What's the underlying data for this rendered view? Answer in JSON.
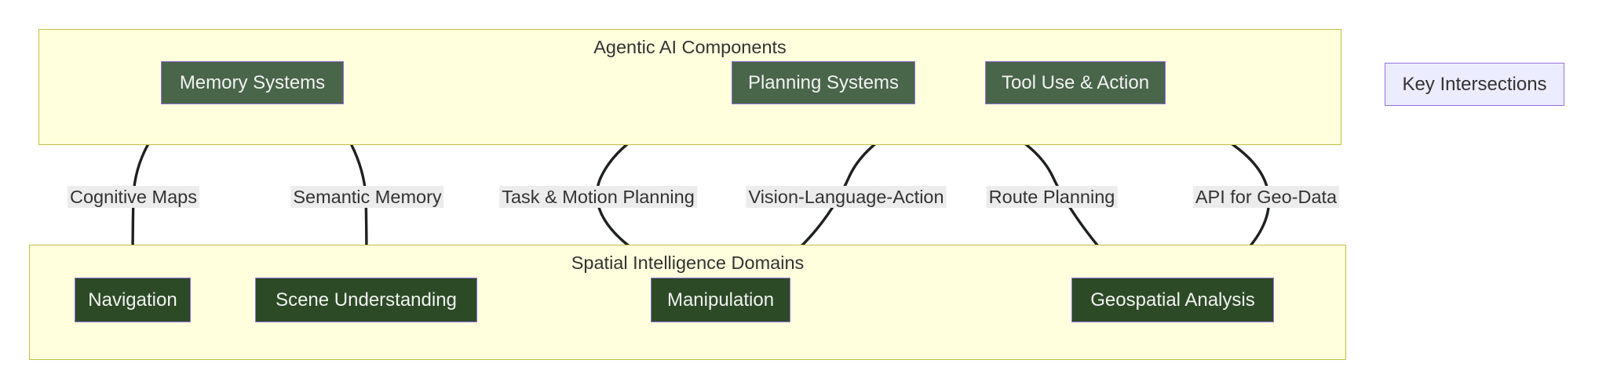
{
  "diagram": {
    "type": "flowchart",
    "title_visible": false
  },
  "subgraphs": [
    {
      "id": "agentic",
      "title": "Agentic AI Components",
      "fill": "#ffffde",
      "border": "#bfbf3f"
    },
    {
      "id": "spatial",
      "title": "Spatial Intelligence Domains",
      "fill": "#ffffde",
      "border": "#bfbf3f"
    }
  ],
  "nodes": {
    "memory": "Memory Systems",
    "planning": "Planning Systems",
    "tool": "Tool Use & Action",
    "navigation": "Navigation",
    "scene": "Scene Understanding",
    "manipulation": "Manipulation",
    "geospatial": "Geospatial Analysis",
    "legend": "Key Intersections"
  },
  "edges": [
    {
      "from": "Memory Systems",
      "to": "Navigation",
      "label": "Cognitive Maps"
    },
    {
      "from": "Memory Systems",
      "to": "Scene Understanding",
      "label": "Semantic Memory"
    },
    {
      "from": "Planning Systems",
      "to": "Manipulation",
      "label": "Task & Motion Planning"
    },
    {
      "from": "Tool Use & Action",
      "to": "Manipulation",
      "label": "Vision-Language-Action"
    },
    {
      "from": "Planning Systems",
      "to": "Geospatial Analysis",
      "label": "Route Planning"
    },
    {
      "from": "Tool Use & Action",
      "to": "Geospatial Analysis",
      "label": "API for Geo-Data"
    }
  ],
  "edge_labels": {
    "cognitive": "Cognitive Maps",
    "semantic": "Semantic Memory",
    "task": "Task & Motion Planning",
    "vision": "Vision-Language-Action",
    "route": "Route Planning",
    "api": "API for Geo-Data"
  },
  "colors": {
    "subgraph_fill": "#ffffde",
    "subgraph_border": "#bfbf3f",
    "agentic_node_fill": "#49654a",
    "spatial_node_fill": "#2c4a26",
    "node_border": "#9370db",
    "node_text": "#f2f2f2",
    "legend_fill": "#ececff",
    "legend_text": "#333333",
    "edge_stroke": "#1f2020",
    "edge_label_bg": "#ececec",
    "background": "#ffffff"
  }
}
